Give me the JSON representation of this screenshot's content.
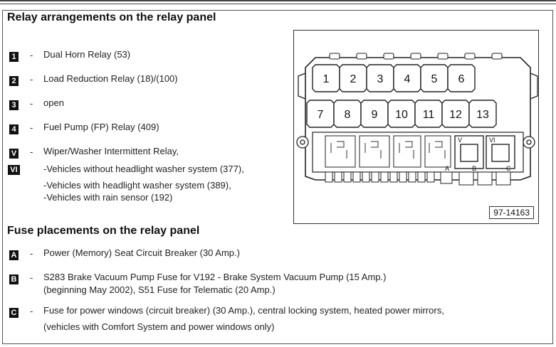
{
  "relay_section": {
    "heading": "Relay arrangements on the relay panel",
    "items": [
      {
        "badge": "1",
        "text": "Dual Horn Relay (53)"
      },
      {
        "badge": "2",
        "text": "Load Reduction Relay (18)/(100)"
      },
      {
        "badge": "3",
        "text": "open"
      },
      {
        "badge": "4",
        "text": "Fuel Pump (FP) Relay (409)"
      },
      {
        "badge": "V",
        "text": "Wiper/Washer Intermittent Relay,"
      },
      {
        "badge": "VI",
        "text": "-Vehicles without headlight washer system (377),"
      }
    ],
    "extra_lines": [
      "-Vehicles with headlight washer system (389),",
      "-Vehicles with rain sensor (192)"
    ],
    "dash": "-"
  },
  "diagram": {
    "relay_numbers_top": [
      "1",
      "2",
      "3",
      "4",
      "5",
      "6"
    ],
    "relay_numbers_bottom": [
      "7",
      "8",
      "9",
      "10",
      "11",
      "12",
      "13"
    ],
    "fuse_labels": [
      "A",
      "B",
      "C"
    ],
    "module_labels": [
      "V",
      "VI"
    ],
    "figure_ref": "97-14163"
  },
  "fuse_section": {
    "heading": "Fuse placements on the relay panel",
    "items": [
      {
        "badge": "A",
        "lines": [
          "Power (Memory) Seat Circuit Breaker (30 Amp.)"
        ]
      },
      {
        "badge": "B",
        "lines": [
          "S283 Brake Vacuum Pump Fuse for V192 - Brake System Vacuum Pump (15 Amp.)",
          "(beginning May 2002), S51 Fuse for Telematic (20 Amp.)"
        ]
      },
      {
        "badge": "C",
        "lines": [
          "Fuse for power windows (circuit breaker) (30 Amp.), central locking system, heated power mirrors,",
          "(vehicles with Comfort System and power windows only)"
        ]
      }
    ]
  }
}
